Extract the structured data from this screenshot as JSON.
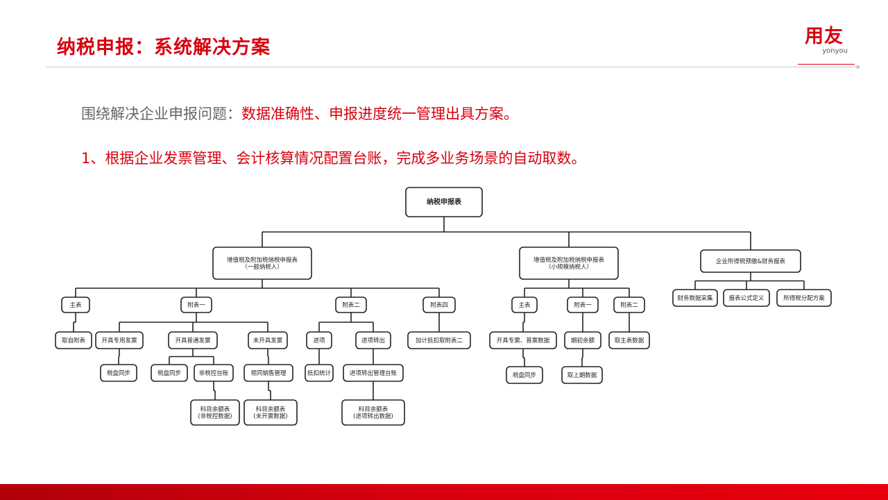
{
  "header": {
    "title": "纳税申报：系统解决方案",
    "logo_cn": "用友",
    "logo_en": "yonyou"
  },
  "intro": {
    "prefix": "围绕解决企业申报问题：",
    "highlight": "数据准确性、申报进度统一管理出具方案。"
  },
  "point1": "1、根据企业发票管理、会计核算情况配置台账，完成多业务场景的自动取数。",
  "colors": {
    "brand": "#d7000f",
    "intro_gray": "#666666",
    "line": "#222222"
  },
  "diagram": {
    "nodes": [
      {
        "id": "root",
        "lines": [
          "纳税申报表"
        ]
      },
      {
        "id": "vat_general",
        "lines": [
          "增值税及附加税纳税申报表",
          "（一般纳税人）"
        ]
      },
      {
        "id": "vat_small",
        "lines": [
          "增值税及附加税纳税申报表",
          "（小规模纳税人）"
        ]
      },
      {
        "id": "cit",
        "lines": [
          "企业所得税预缴&财务报表"
        ]
      },
      {
        "id": "g_main",
        "lines": [
          "主表"
        ]
      },
      {
        "id": "g_att1",
        "lines": [
          "附表一"
        ]
      },
      {
        "id": "g_att2",
        "lines": [
          "附表二"
        ]
      },
      {
        "id": "g_att4",
        "lines": [
          "附表四"
        ]
      },
      {
        "id": "g_main_src",
        "lines": [
          "取自附表"
        ]
      },
      {
        "id": "g_special",
        "lines": [
          "开具专用发票"
        ]
      },
      {
        "id": "g_normal",
        "lines": [
          "开具普通发票"
        ]
      },
      {
        "id": "g_noinv",
        "lines": [
          "未开具发票"
        ]
      },
      {
        "id": "g_input",
        "lines": [
          "进项"
        ]
      },
      {
        "id": "g_transfer",
        "lines": [
          "进项转出"
        ]
      },
      {
        "id": "g_att4_src",
        "lines": [
          "加计抵扣取附表二"
        ]
      },
      {
        "id": "g_sync1",
        "lines": [
          "税盘同步"
        ]
      },
      {
        "id": "g_sync2",
        "lines": [
          "税盘同步"
        ]
      },
      {
        "id": "g_nontax",
        "lines": [
          "非税控台账"
        ]
      },
      {
        "id": "g_sales",
        "lines": [
          "视同销售管理"
        ]
      },
      {
        "id": "g_deduct",
        "lines": [
          "抵扣统计"
        ]
      },
      {
        "id": "g_transfer_ledger",
        "lines": [
          "进项转出管理台账"
        ]
      },
      {
        "id": "g_bal1",
        "lines": [
          "科目余额表",
          "(非税控数据)"
        ]
      },
      {
        "id": "g_bal2",
        "lines": [
          "科目余额表",
          "(未开票数据)"
        ]
      },
      {
        "id": "g_bal3",
        "lines": [
          "科目余额表",
          "(进项转出数据)"
        ]
      },
      {
        "id": "s_main",
        "lines": [
          "主表"
        ]
      },
      {
        "id": "s_att1",
        "lines": [
          "附表一"
        ]
      },
      {
        "id": "s_att2",
        "lines": [
          "附表二"
        ]
      },
      {
        "id": "s_inv",
        "lines": [
          "开具专票、普票数据"
        ]
      },
      {
        "id": "s_opening",
        "lines": [
          "期初余额"
        ]
      },
      {
        "id": "s_main_src",
        "lines": [
          "取主表数据"
        ]
      },
      {
        "id": "s_sync",
        "lines": [
          "税盘同步"
        ]
      },
      {
        "id": "s_prev",
        "lines": [
          "取上期数据"
        ]
      },
      {
        "id": "c_fin",
        "lines": [
          "财务数据采集"
        ]
      },
      {
        "id": "c_formula",
        "lines": [
          "报表公式定义"
        ]
      },
      {
        "id": "c_alloc",
        "lines": [
          "所得税分配方案"
        ]
      }
    ],
    "edges": [
      [
        "root",
        [
          "vat_general",
          "vat_small",
          "cit"
        ]
      ],
      [
        "vat_general",
        [
          "g_main",
          "g_att1",
          "g_att2",
          "g_att4"
        ]
      ],
      [
        "g_main",
        [
          "g_main_src"
        ]
      ],
      [
        "g_att1",
        [
          "g_special",
          "g_normal",
          "g_noinv"
        ]
      ],
      [
        "g_att2",
        [
          "g_input",
          "g_transfer"
        ]
      ],
      [
        "g_att4",
        [
          "g_att4_src"
        ]
      ],
      [
        "g_special",
        [
          "g_sync1"
        ]
      ],
      [
        "g_normal",
        [
          "g_sync2",
          "g_nontax"
        ]
      ],
      [
        "g_noinv",
        [
          "g_sales"
        ]
      ],
      [
        "g_input",
        [
          "g_deduct"
        ]
      ],
      [
        "g_transfer",
        [
          "g_transfer_ledger"
        ]
      ],
      [
        "g_nontax",
        [
          "g_bal1"
        ]
      ],
      [
        "g_sales",
        [
          "g_bal2"
        ]
      ],
      [
        "g_transfer_ledger",
        [
          "g_bal3"
        ]
      ],
      [
        "vat_small",
        [
          "s_main",
          "s_att1",
          "s_att2"
        ]
      ],
      [
        "s_main",
        [
          "s_inv"
        ]
      ],
      [
        "s_att1",
        [
          "s_opening"
        ]
      ],
      [
        "s_att2",
        [
          "s_main_src"
        ]
      ],
      [
        "s_inv",
        [
          "s_sync"
        ]
      ],
      [
        "s_opening",
        [
          "s_prev"
        ]
      ],
      [
        "cit",
        [
          "c_fin",
          "c_formula",
          "c_alloc"
        ]
      ]
    ]
  }
}
